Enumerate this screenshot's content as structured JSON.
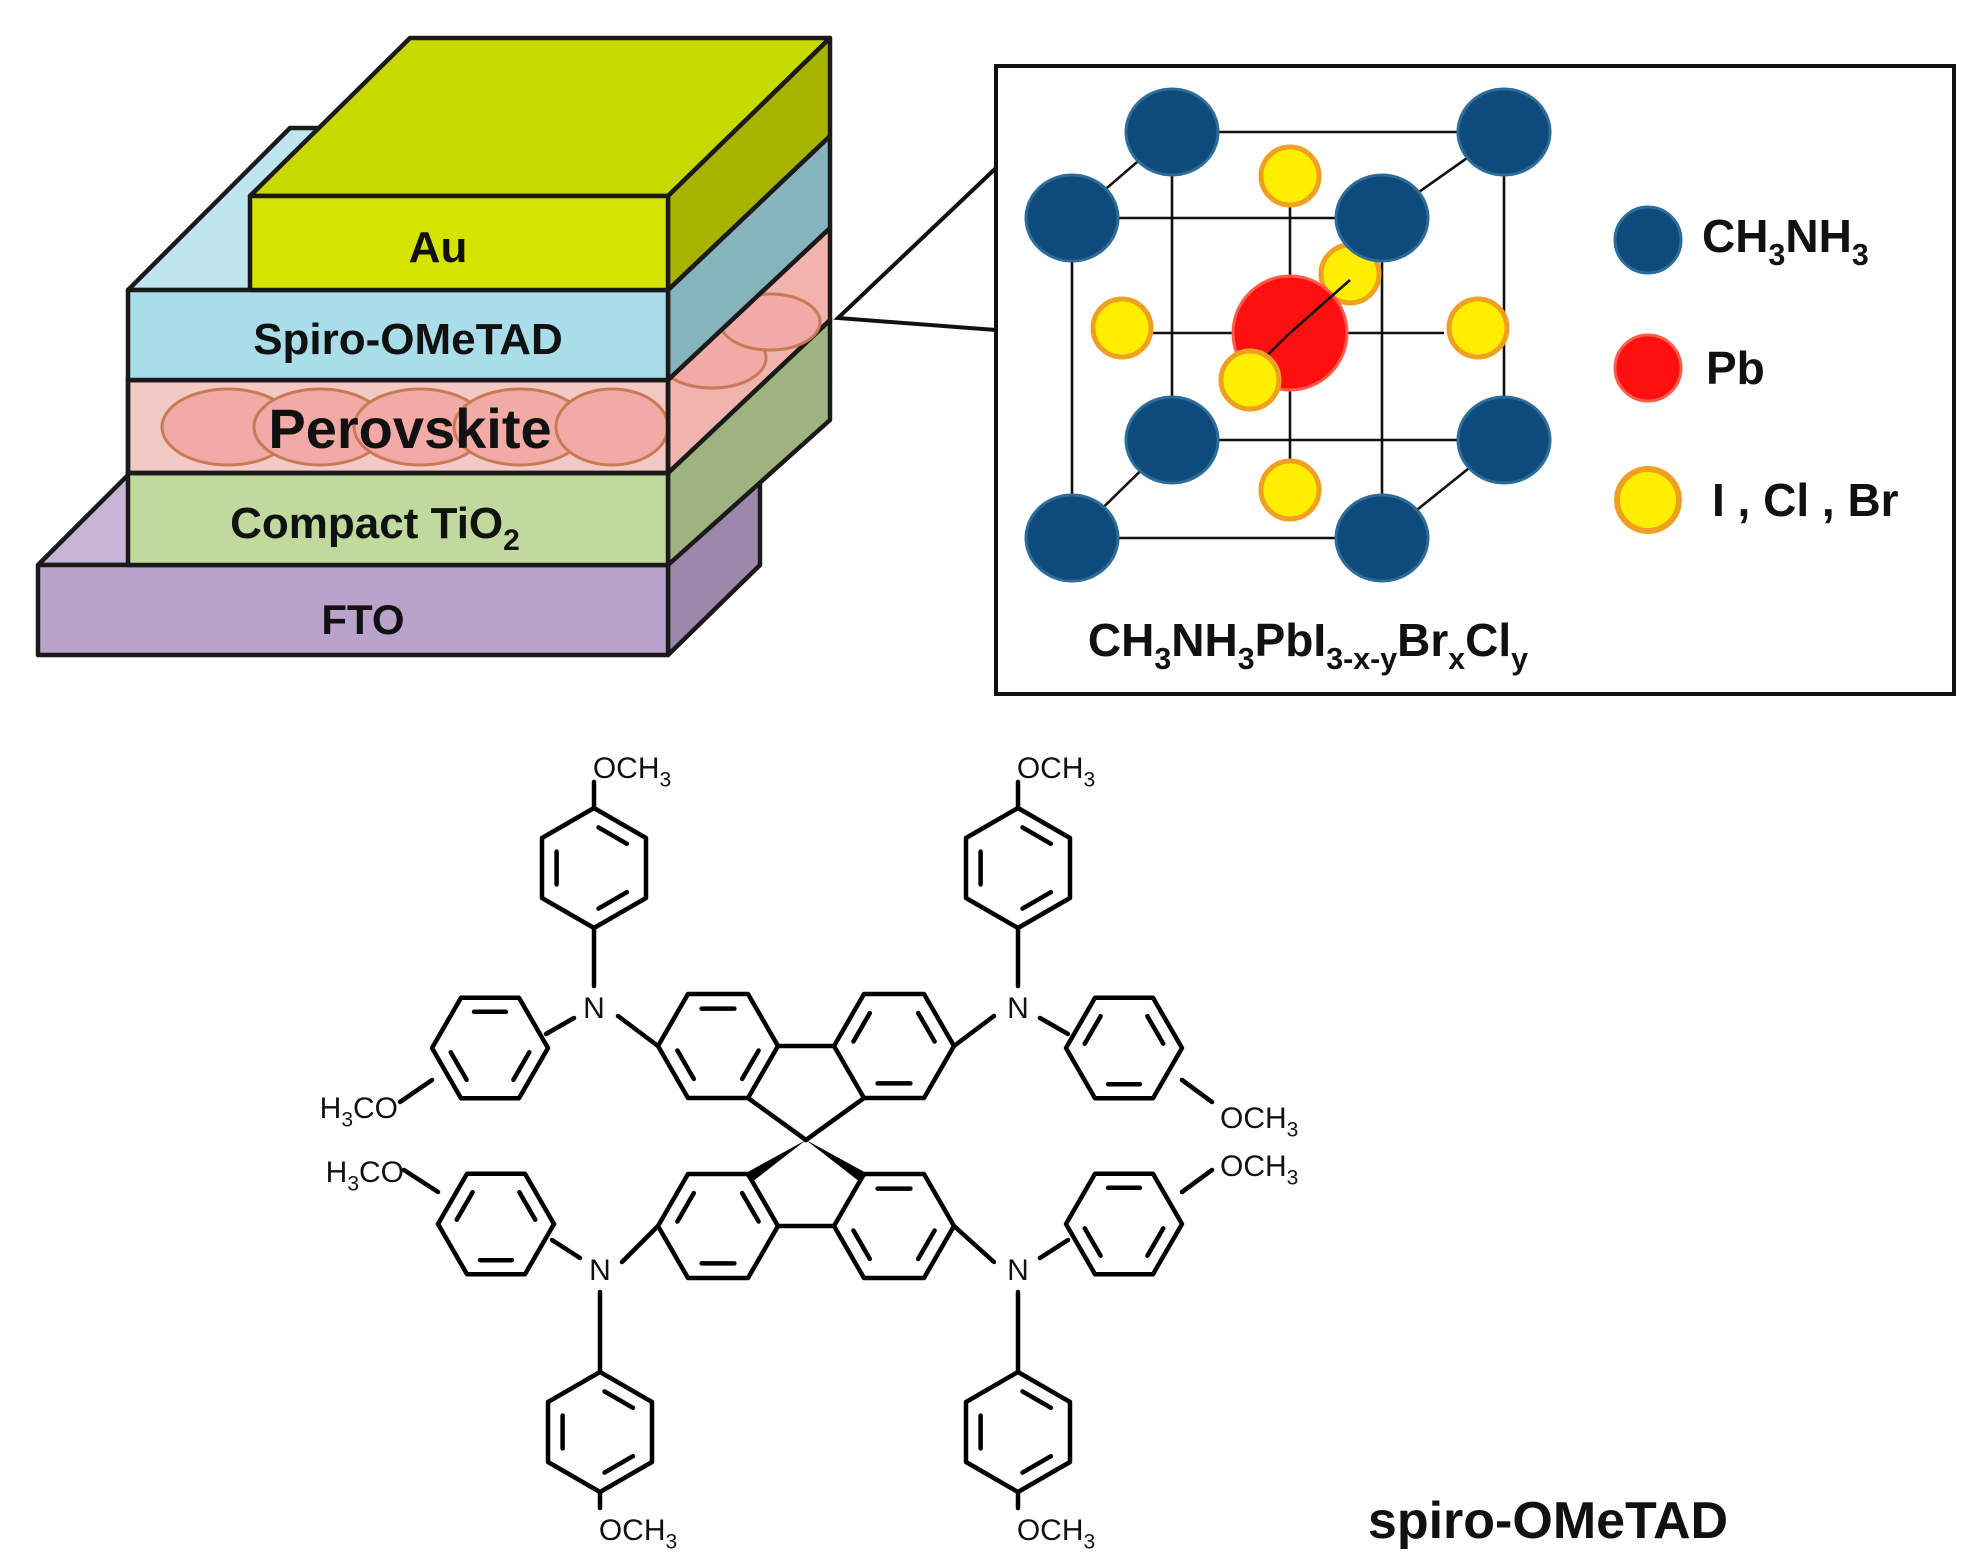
{
  "layers": [
    {
      "id": "au",
      "base": "Au",
      "sub": "",
      "colors": {
        "front": "#d4e300",
        "top": "#c8d900",
        "side": "#a6b400"
      }
    },
    {
      "id": "spiro",
      "base": "Spiro-OMeTAD",
      "sub": "",
      "colors": {
        "front": "#a8dde9",
        "top": "#bfe6ef",
        "side": "#86b4bd"
      }
    },
    {
      "id": "perovskite",
      "base": "Perovskite",
      "sub": "",
      "colors": {
        "front": "#f3c9c6",
        "top": "#f2c2bf",
        "side": "#f0b3ad",
        "text": "#7b1a10",
        "grain": "#f1aaa6",
        "grain_stroke": "#c97a55"
      }
    },
    {
      "id": "tio2",
      "base": "Compact TiO",
      "sub": "2",
      "colors": {
        "front": "#c0da9e",
        "top": "#b8d496",
        "side": "#9eb37e"
      }
    },
    {
      "id": "fto",
      "base": "FTO",
      "sub": "",
      "colors": {
        "front": "#b9a3cb",
        "top": "#c8b4d6",
        "side": "#9d88ad"
      }
    }
  ],
  "crystal": {
    "formula": [
      {
        "t": "CH",
        "s": false
      },
      {
        "t": "3",
        "s": true
      },
      {
        "t": "NH",
        "s": false
      },
      {
        "t": "3",
        "s": true
      },
      {
        "t": "PbI",
        "s": false
      },
      {
        "t": "3-x-y",
        "s": true
      },
      {
        "t": "Br",
        "s": false
      },
      {
        "t": "x",
        "s": true
      },
      {
        "t": "Cl",
        "s": false
      },
      {
        "t": "y",
        "s": true
      }
    ],
    "colors": {
      "cation": "#0e4b7a",
      "cation_stroke": "#2b6c99",
      "lead": "#ff1010",
      "lead_stroke": "#ff5a4a",
      "halide": "#ffee00",
      "halide_stroke": "#f0a020"
    },
    "legend": [
      {
        "key": "cation",
        "parts": [
          {
            "t": "CH",
            "s": false
          },
          {
            "t": "3",
            "s": true
          },
          {
            "t": "NH",
            "s": false
          },
          {
            "t": "3",
            "s": true
          }
        ]
      },
      {
        "key": "lead",
        "parts": [
          {
            "t": "Pb",
            "s": false
          }
        ]
      },
      {
        "key": "halide",
        "parts": [
          {
            "t": "I , Cl , Br",
            "s": false
          }
        ]
      }
    ]
  },
  "molecule": {
    "caption": "spiro-OMeTAD",
    "nitrogen": "N",
    "methoxy_right": [
      {
        "t": "OCH",
        "s": false
      },
      {
        "t": "3",
        "s": true
      }
    ],
    "methoxy_left": [
      {
        "t": "H",
        "s": false
      },
      {
        "t": "3",
        "s": true
      },
      {
        "t": "CO",
        "s": false
      }
    ]
  }
}
